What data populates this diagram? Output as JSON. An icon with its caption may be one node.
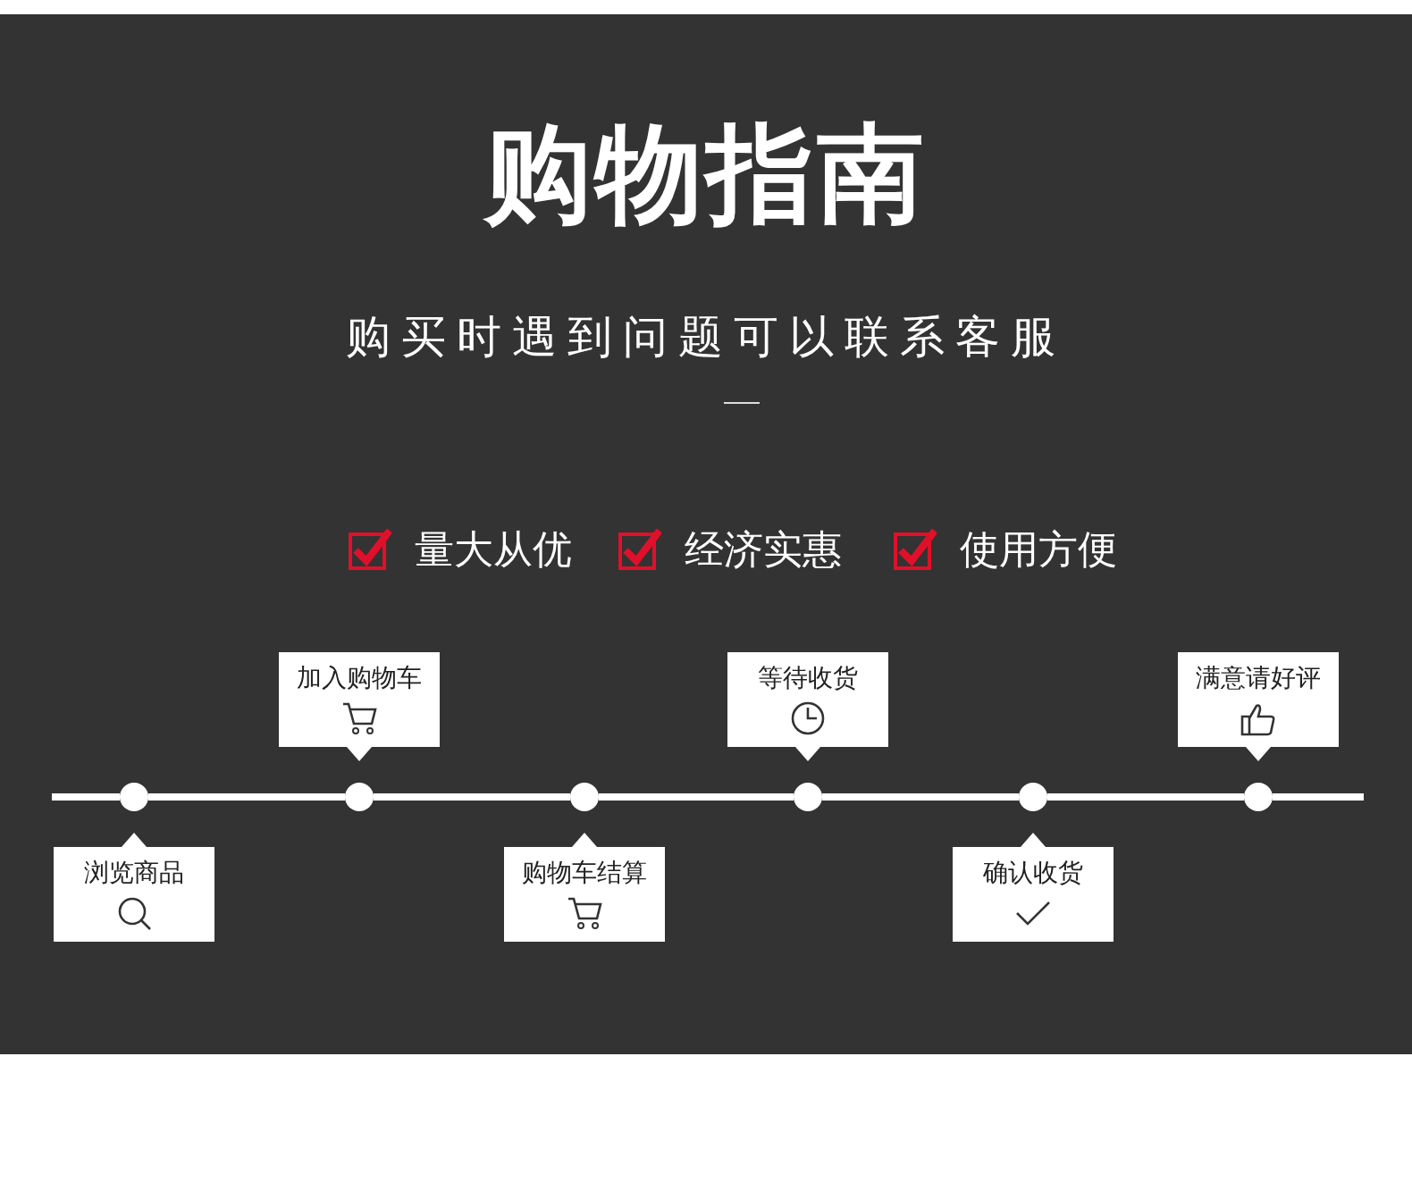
{
  "diagram": {
    "title": "购物指南",
    "nodes": [
      {
        "text": [
          "浏览商品"
        ]
      },
      {
        "text": [
          "加入购物车"
        ]
      },
      {
        "text": [
          "购物车结算"
        ]
      },
      {
        "text": [
          "等待收货"
        ]
      },
      {
        "text": [
          "确认收货"
        ]
      },
      {
        "text": [
          "满意请好评"
        ]
      },
      {
        "text": [],
        "shape": "circle"
      },
      {
        "text": [],
        "shape": "circle"
      },
      {
        "text": [],
        "shape": "circle"
      },
      {
        "text": [],
        "shape": "circle"
      },
      {
        "text": [],
        "shape": "circle"
      },
      {
        "text": [],
        "shape": "circle"
      }
    ],
    "edges": [
      {
        "from": 6,
        "to": 7,
        "arrow": "none"
      },
      {
        "from": 7,
        "to": 8,
        "arrow": "none"
      },
      {
        "from": 8,
        "to": 9,
        "arrow": "none"
      },
      {
        "from": 9,
        "to": 10,
        "arrow": "none"
      },
      {
        "from": 10,
        "to": 11,
        "arrow": "none"
      }
    ],
    "labels": [
      "购买时遇到问题可以联系客服",
      "量大从优",
      "经济实惠",
      "使用方便"
    ]
  }
}
